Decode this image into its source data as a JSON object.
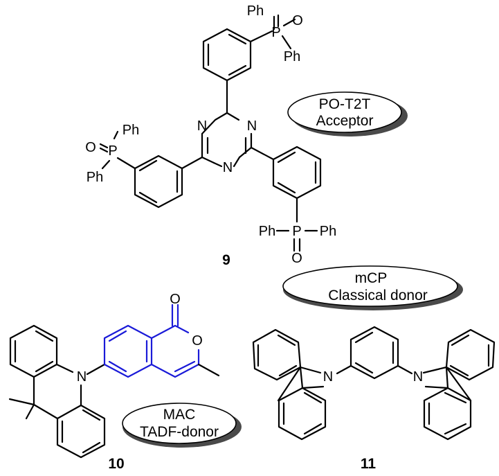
{
  "colors": {
    "acceptor_label": "#e8160c",
    "donor_label": "#1a8a4a",
    "emitter_fragment": "#1a1ad8",
    "oval_shadow": "#4a4a4a"
  },
  "compounds": {
    "c9": {
      "number": "9",
      "badge_title": "PO-T2T",
      "badge_role": "Acceptor",
      "atoms": {
        "n_left": "N",
        "n_right": "N",
        "n_bottom": "N",
        "p_top": "P",
        "o_top": "O",
        "ph_top_1": "Ph",
        "ph_top_2": "Ph",
        "p_left": "P",
        "o_left": "O",
        "ph_left_1": "Ph",
        "ph_left_2": "Ph",
        "p_right": "P",
        "o_right": "O",
        "ph_right_1": "Ph",
        "ph_right_2": "Ph"
      }
    },
    "c10": {
      "number": "10",
      "badge_title": "MAC",
      "badge_role": "TADF-donor",
      "atoms": {
        "n": "N",
        "o_ring": "O",
        "o_carbonyl": "O"
      }
    },
    "c11": {
      "number": "11",
      "badge_title": "mCP",
      "badge_role": "Classical donor",
      "atoms": {
        "n_left": "N",
        "n_right": "N"
      }
    }
  }
}
